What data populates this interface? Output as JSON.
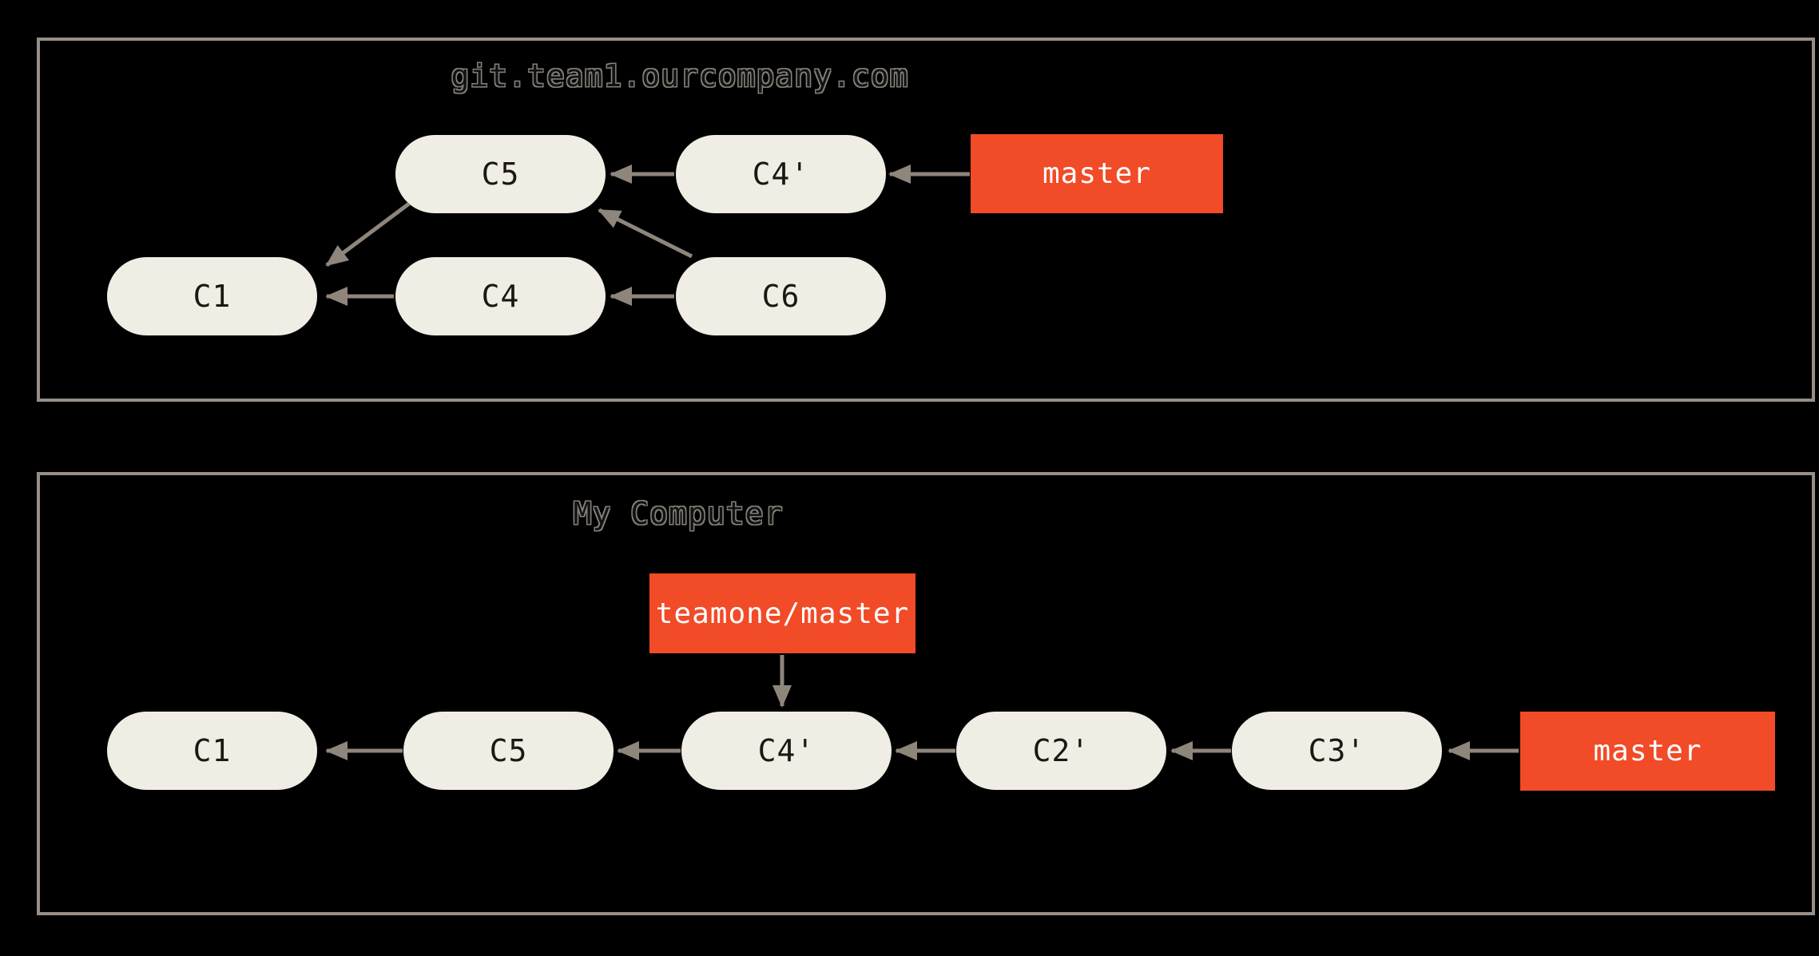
{
  "colors": {
    "background": "#000000",
    "box_border": "#978E85",
    "arrow": "#8E857B",
    "node_fill": "#EFEDE4",
    "node_text": "#1B1711",
    "branch_fill": "#F14B27",
    "branch_text": "#FFFFFF"
  },
  "panels": [
    {
      "title": "git.team1.ourcompany.com",
      "nodes": [
        {
          "id": "c5",
          "label": "C5"
        },
        {
          "id": "c4p",
          "label": "C4'"
        },
        {
          "id": "c1",
          "label": "C1"
        },
        {
          "id": "c4",
          "label": "C4"
        },
        {
          "id": "c6",
          "label": "C6"
        }
      ],
      "branch_labels": [
        {
          "id": "master",
          "label": "master"
        }
      ],
      "edges": [
        "master -> C4'",
        "C4' -> C5",
        "C5 -> C1",
        "C4 -> C1",
        "C6 -> C4",
        "C6 -> C5"
      ]
    },
    {
      "title": "My Computer",
      "nodes": [
        {
          "id": "c1",
          "label": "C1"
        },
        {
          "id": "c5",
          "label": "C5"
        },
        {
          "id": "c4p",
          "label": "C4'"
        },
        {
          "id": "c2p",
          "label": "C2'"
        },
        {
          "id": "c3p",
          "label": "C3'"
        }
      ],
      "branch_labels": [
        {
          "id": "teamone-master",
          "label": "teamone/master"
        },
        {
          "id": "master",
          "label": "master"
        }
      ],
      "edges": [
        "master -> C3'",
        "C3' -> C2'",
        "C2' -> C4'",
        "C4' -> C5",
        "C5 -> C1",
        "teamone/master -> C4'"
      ]
    }
  ]
}
